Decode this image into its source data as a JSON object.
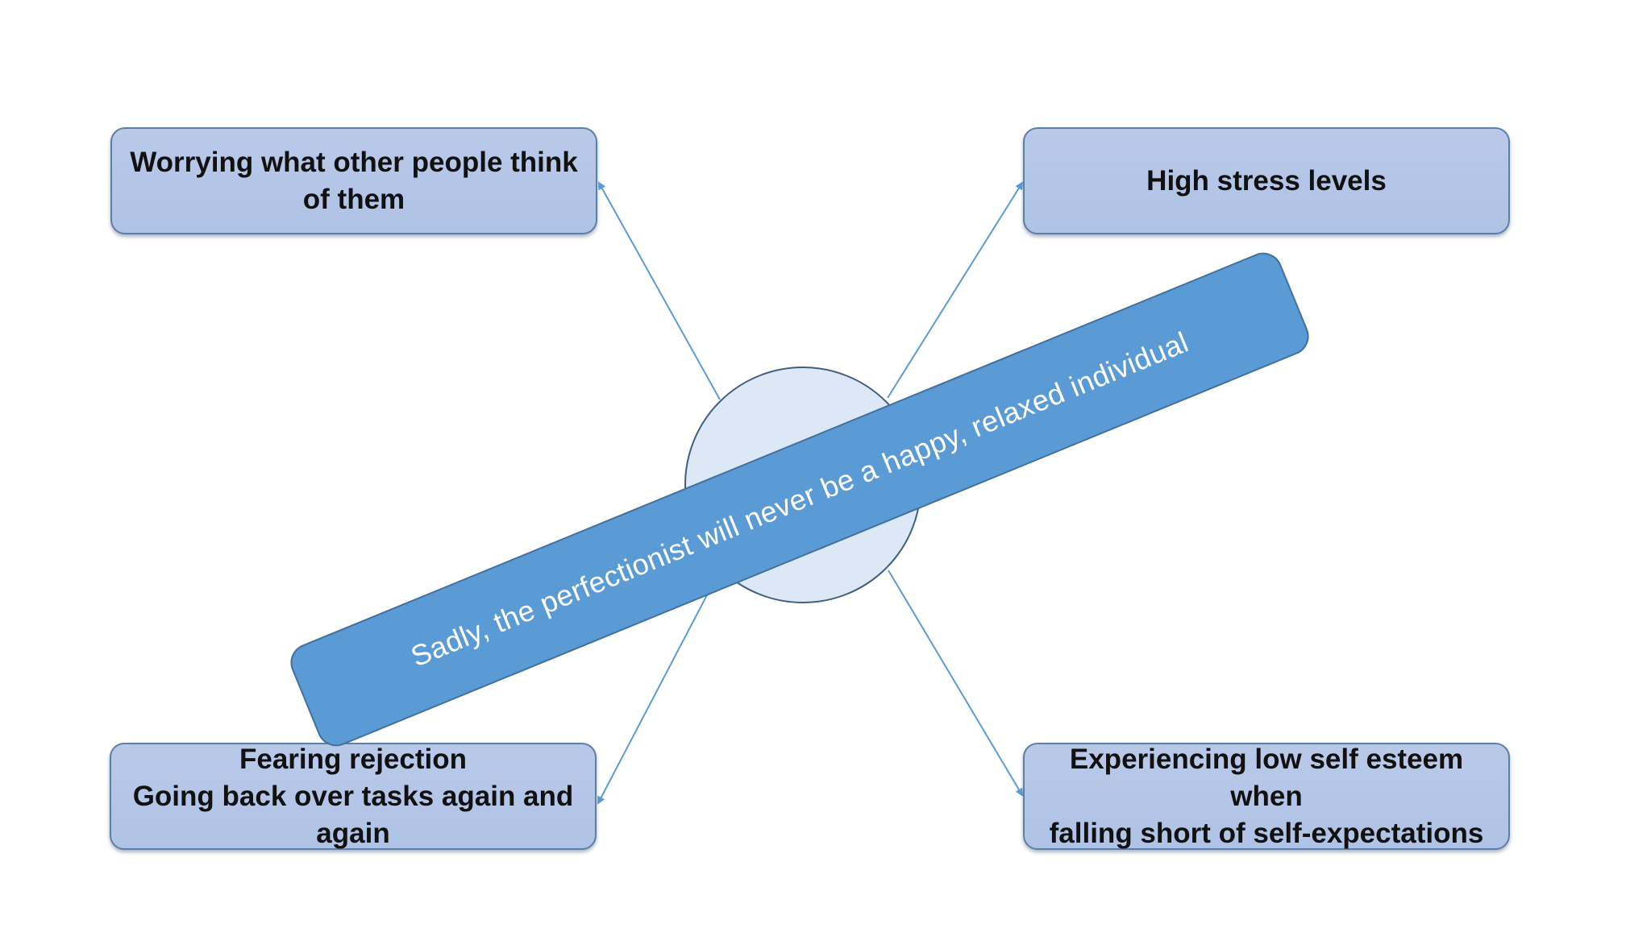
{
  "diagram": {
    "central_statement": "Sadly, the perfectionist will never be a happy, relaxed individual",
    "nodes": [
      {
        "id": "top-left",
        "label": "Worrying what other people think\nof them"
      },
      {
        "id": "top-right",
        "label": "High stress levels"
      },
      {
        "id": "bottom-left",
        "label": "Fearing rejection\nGoing back over tasks again and\nagain"
      },
      {
        "id": "bottom-right",
        "label": "Experiencing low self esteem when\nfalling short of self-expectations"
      }
    ]
  },
  "colors": {
    "box_fill": "#b4c7e7",
    "box_border": "#5b7fa6",
    "banner_fill": "#5b9bd5",
    "banner_text": "#ffffff",
    "circle_fill": "#dce8f6",
    "connector": "#5b9bd5"
  }
}
